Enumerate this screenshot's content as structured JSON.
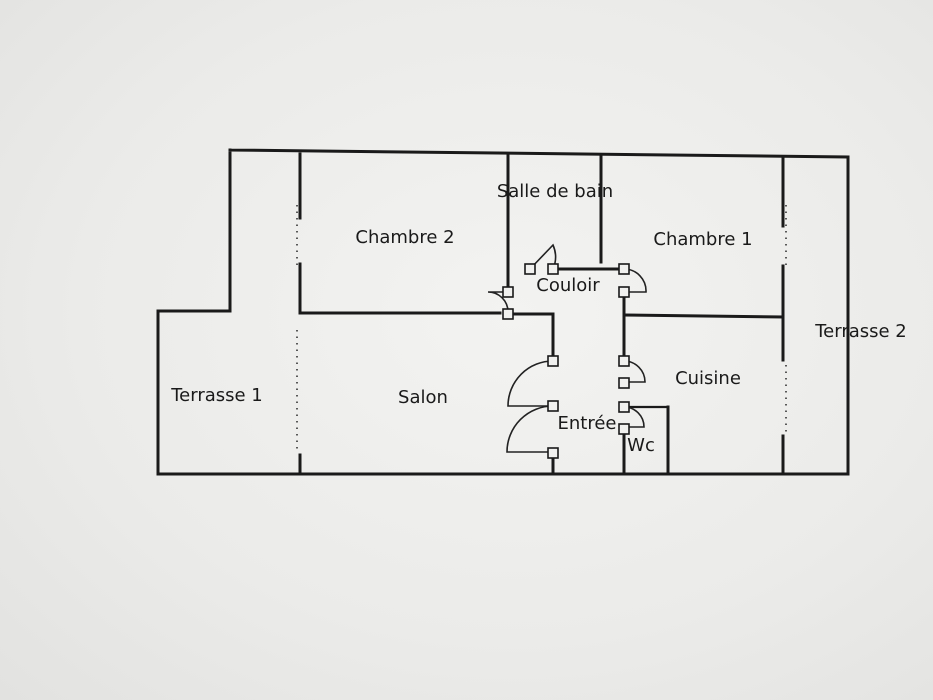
{
  "rooms": {
    "salle_de_bain": "Salle de bain",
    "chambre_2": "Chambre 2",
    "chambre_1": "Chambre 1",
    "couloir": "Couloir",
    "terrasse_2": "Terrasse 2",
    "terrasse_1": "Terrasse 1",
    "salon": "Salon",
    "cuisine": "Cuisine",
    "entree": "Entrée",
    "wc": "Wc"
  }
}
